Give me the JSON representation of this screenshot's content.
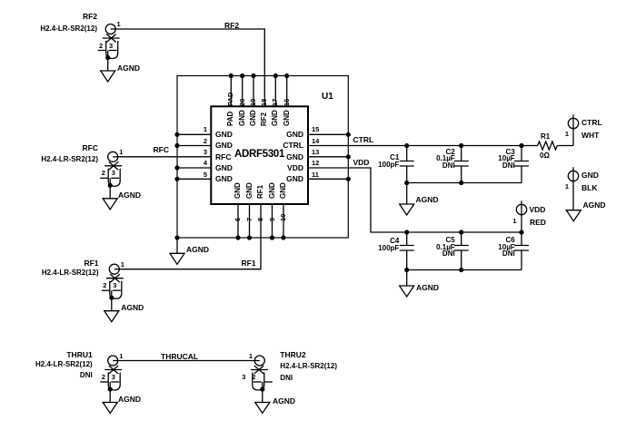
{
  "gnd_label": "AGND",
  "colors": {
    "line": "#000000",
    "background": "#ffffff"
  },
  "ic": {
    "refdes": "U1",
    "part": "ADRF5301",
    "left": [
      {
        "n": "1",
        "l": "GND"
      },
      {
        "n": "2",
        "l": "GND"
      },
      {
        "n": "3",
        "l": "RFC"
      },
      {
        "n": "4",
        "l": "GND"
      },
      {
        "n": "5",
        "l": "GND"
      }
    ],
    "right": [
      {
        "n": "15",
        "l": "GND"
      },
      {
        "n": "14",
        "l": "CTRL"
      },
      {
        "n": "13",
        "l": "GND"
      },
      {
        "n": "12",
        "l": "VDD"
      },
      {
        "n": "11",
        "l": "GND"
      }
    ],
    "top": [
      {
        "n": "PAD",
        "l": "PAD"
      },
      {
        "n": "20",
        "l": "GND"
      },
      {
        "n": "19",
        "l": "GND"
      },
      {
        "n": "18",
        "l": "RF2"
      },
      {
        "n": "17",
        "l": "GND"
      },
      {
        "n": "16",
        "l": "GND"
      }
    ],
    "bottom": [
      {
        "n": "6",
        "l": "GND"
      },
      {
        "n": "7",
        "l": "GND"
      },
      {
        "n": "8",
        "l": "RF1"
      },
      {
        "n": "9",
        "l": "GND"
      },
      {
        "n": "10",
        "l": "GND"
      }
    ]
  },
  "connectors": {
    "rf2": {
      "name": "RF2",
      "part": "H2.4-LR-SR2(12)",
      "p1": "1",
      "p2": "2",
      "p3": "3"
    },
    "rfc": {
      "name": "RFC",
      "part": "H2.4-LR-SR2(12)",
      "p1": "1",
      "p2": "2",
      "p3": "3"
    },
    "rf1": {
      "name": "RF1",
      "part": "H2.4-LR-SR2(12)",
      "p1": "1",
      "p2": "2",
      "p3": "3"
    },
    "thru1": {
      "name": "THRU1",
      "part": "H2.4-LR-SR2(12)",
      "dni": "DNI",
      "p1": "1",
      "p2": "2",
      "p3": "3"
    },
    "thru2": {
      "name": "THRU2",
      "part": "H2.4-LR-SR2(12)",
      "dni": "DNI",
      "p1": "1",
      "p2": "2",
      "p3": "3"
    }
  },
  "nets": {
    "rf2": "RF2",
    "rfc": "RFC",
    "rf1": "RF1",
    "ctrl": "CTRL",
    "vdd": "VDD",
    "thrucal": "THRUCAL"
  },
  "testpoints": {
    "ctrl": {
      "name": "CTRL",
      "color": "WHT",
      "p1": "1"
    },
    "gnd": {
      "name": "GND",
      "color": "BLK",
      "p1": "1"
    },
    "vdd": {
      "name": "VDD",
      "color": "RED",
      "p1": "1"
    }
  },
  "caps": {
    "c1": {
      "ref": "C1",
      "val": "100pF"
    },
    "c2": {
      "ref": "C2",
      "val": "0.1µF",
      "dni": "DNI"
    },
    "c3": {
      "ref": "C3",
      "val": "10µF",
      "dni": "DNI"
    },
    "c4": {
      "ref": "C4",
      "val": "100pF"
    },
    "c5": {
      "ref": "C5",
      "val": "0.1µF",
      "dni": "DNI"
    },
    "c6": {
      "ref": "C6",
      "val": "10µF",
      "dni": "DNI"
    }
  },
  "r1": {
    "ref": "R1",
    "val": "0Ω"
  }
}
